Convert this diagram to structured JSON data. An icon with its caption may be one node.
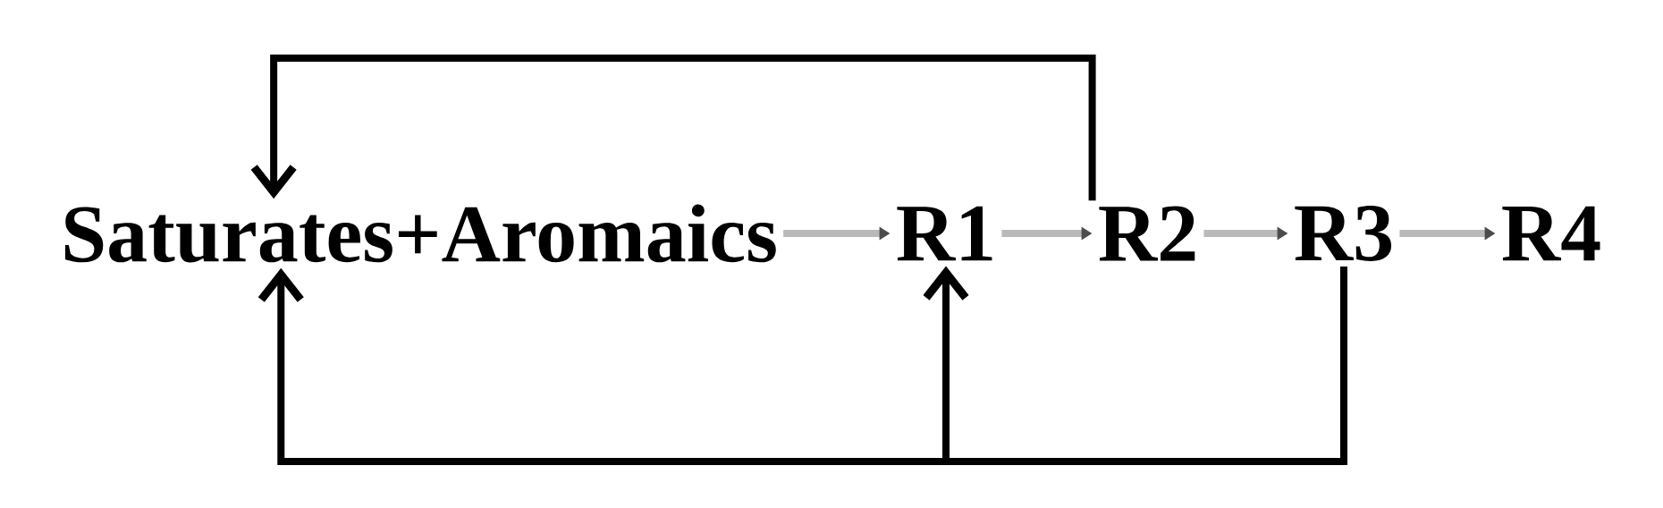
{
  "diagram": {
    "nodes": [
      {
        "text": [
          "Saturates+Aromaics"
        ]
      },
      {
        "text": [
          "R1"
        ]
      },
      {
        "text": [
          "R2"
        ]
      },
      {
        "text": [
          "R3"
        ]
      },
      {
        "text": [
          "R4"
        ]
      }
    ],
    "edges": [
      {
        "from": 0,
        "to": 1,
        "arrow": "to"
      },
      {
        "from": 1,
        "to": 2,
        "arrow": "to"
      },
      {
        "from": 2,
        "to": 3,
        "arrow": "to"
      },
      {
        "from": 3,
        "to": 4,
        "arrow": "to"
      },
      {
        "from": 2,
        "to": 0,
        "arrow": "to",
        "color": "#000000"
      },
      {
        "from": 3,
        "to": 0,
        "arrow": "to",
        "color": "#000000"
      },
      {
        "from": 3,
        "to": 1,
        "arrow": "to",
        "color": "#000000"
      }
    ]
  }
}
